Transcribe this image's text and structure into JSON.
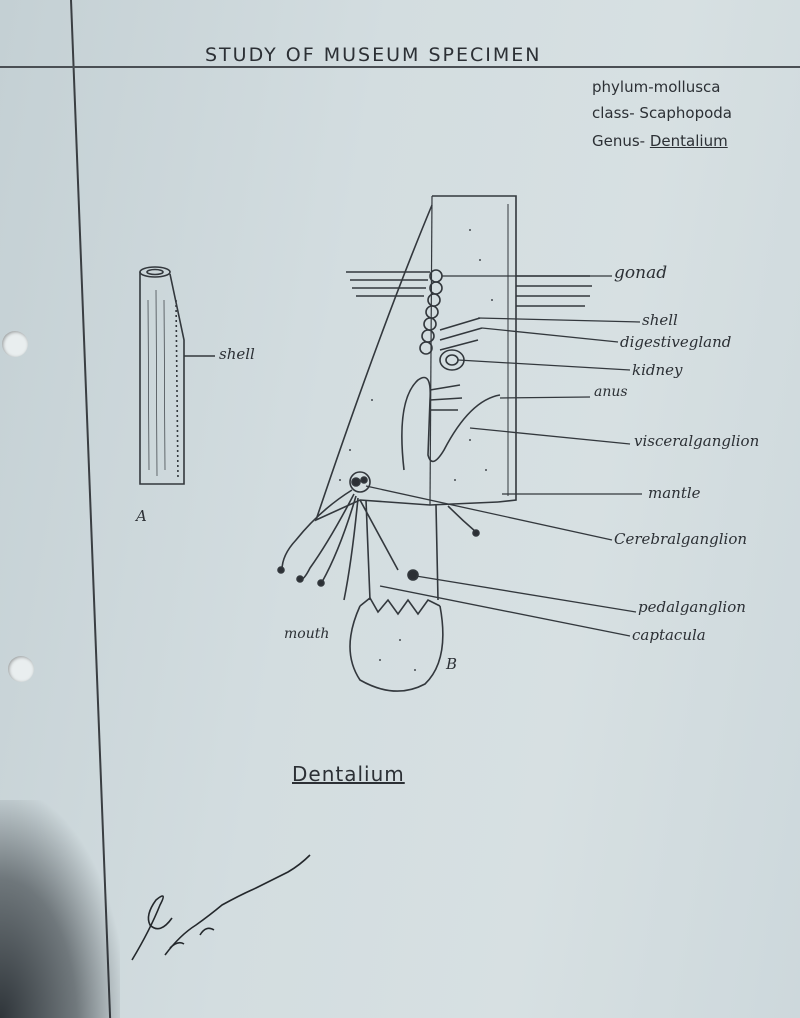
{
  "page": {
    "title": "STUDY OF MUSEUM SPECIMEN"
  },
  "taxonomy": {
    "phylum": "phylum-mollusca",
    "class": "class- Scaphopoda",
    "genus_prefix": "Genus- ",
    "genus": "Dentalium"
  },
  "figure_a": {
    "shell_label": "shell",
    "marker": "A"
  },
  "figure_b": {
    "marker": "B",
    "labels": [
      "gonad",
      "shell",
      "digestivegland",
      "kidney",
      "anus",
      "visceralganglion",
      "mantle",
      "Cerebralganglion",
      "pedalganglion",
      "captacula"
    ],
    "mouth_label": "mouth"
  },
  "caption": "Dentalium"
}
